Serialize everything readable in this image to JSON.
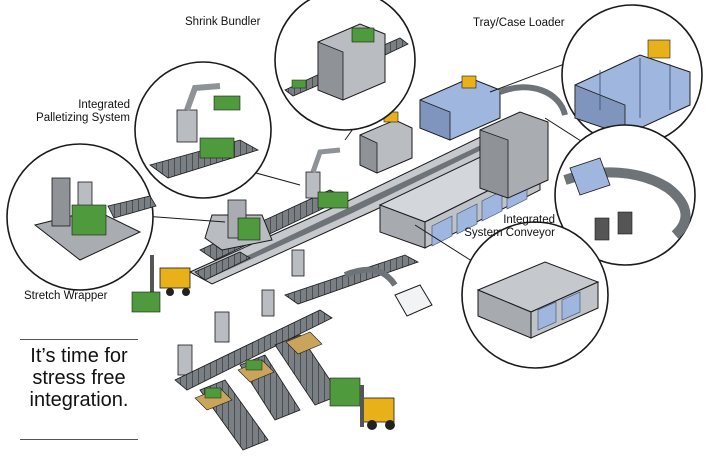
{
  "labels": {
    "shrink_bundler": "Shrink Bundler",
    "tray_case_loader": "Tray/Case Loader",
    "integrated_palletizing_line1": "Integrated",
    "integrated_palletizing_line2": "Palletizing System",
    "integrated_conveyor_line1": "Integrated",
    "integrated_conveyor_line2": "System Conveyor",
    "stretch_wrapper": "Stretch Wrapper"
  },
  "tagline": {
    "line1": "It’s time for",
    "line2": "stress free",
    "line3": "integration."
  },
  "colors": {
    "outline": "#1a1a1a",
    "machine": "#b9bcc0",
    "machine_dark": "#8f9398",
    "conveyor": "#6e7378",
    "guard_blue": "#9fb6de",
    "product_green": "#4f9a3c",
    "forklift_yellow": "#e8b11a",
    "pallet_tan": "#c9a45a"
  }
}
